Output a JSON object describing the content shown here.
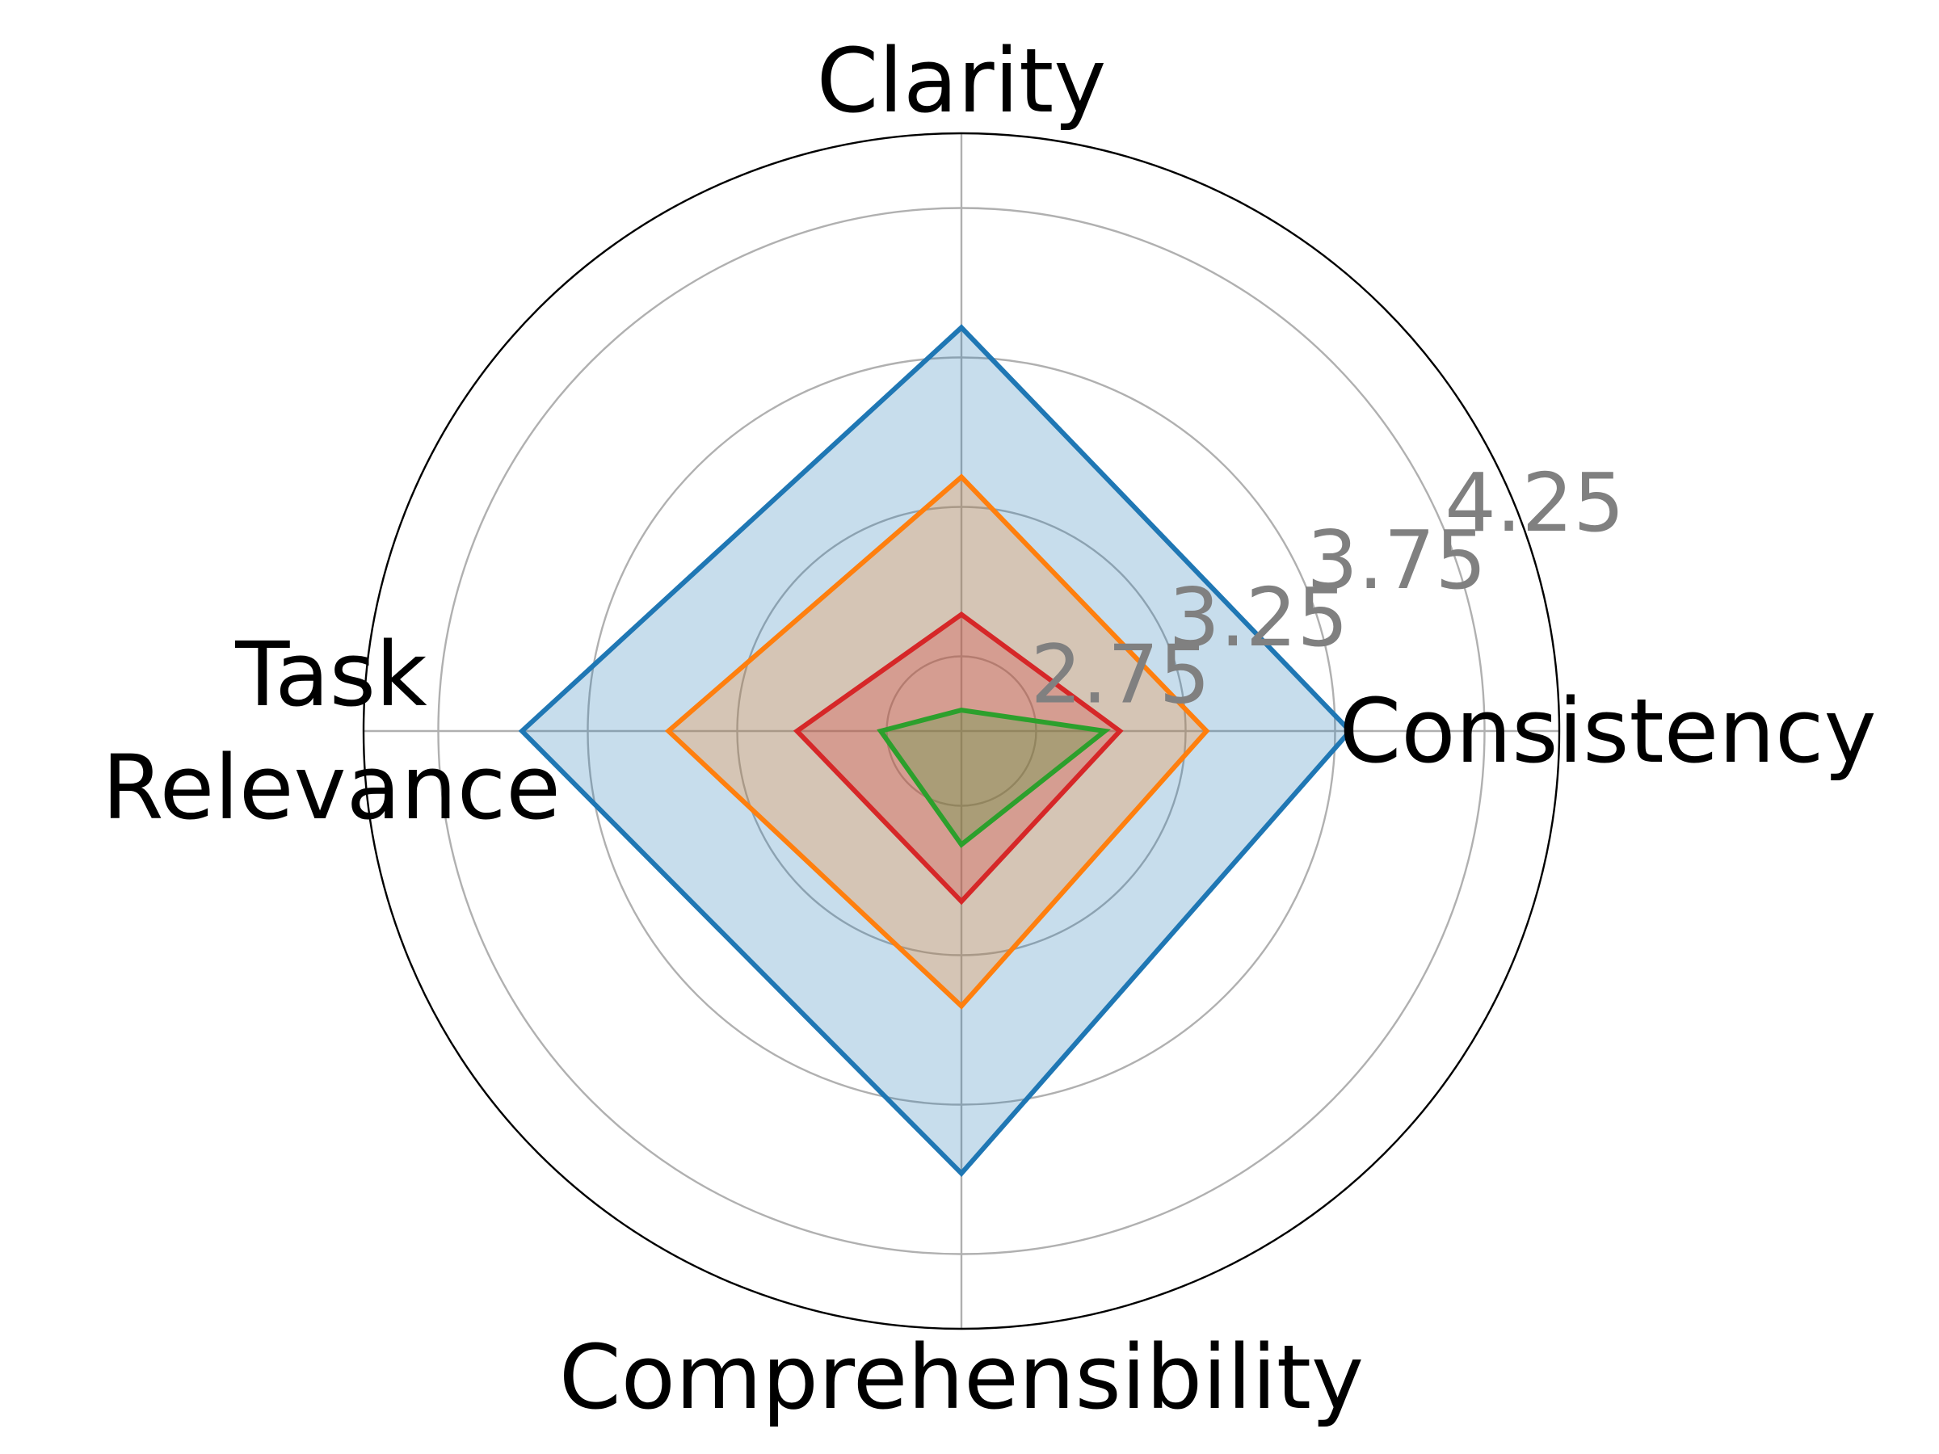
{
  "chart_data": {
    "type": "radar",
    "title": "",
    "axes": [
      "Clarity",
      "Consistency",
      "Comprehensibility",
      "Task Relevance"
    ],
    "axis_label_lines": {
      "Clarity": [
        "Clarity"
      ],
      "Consistency": [
        "Consistency"
      ],
      "Comprehensibility": [
        "Comprehensibility"
      ],
      "Task Relevance": [
        "Task",
        "Relevance"
      ]
    },
    "rlim": [
      2.5,
      4.5
    ],
    "rticks": [
      2.75,
      3.25,
      3.75,
      4.25
    ],
    "rtick_labels": [
      "2.75",
      "3.25",
      "3.75",
      "4.25"
    ],
    "grid": true,
    "legend": false,
    "series": [
      {
        "color": "#1f77b4",
        "fill_opacity": 0.25,
        "values": [
          3.85,
          3.8,
          3.98,
          3.97
        ]
      },
      {
        "color": "#ff7f0e",
        "fill_opacity": 0.25,
        "values": [
          3.35,
          3.32,
          3.42,
          3.48
        ]
      },
      {
        "color": "#d62728",
        "fill_opacity": 0.25,
        "values": [
          2.89,
          3.03,
          3.07,
          3.05
        ]
      },
      {
        "color": "#2ca02c",
        "fill_opacity": 0.25,
        "values": [
          2.57,
          2.98,
          2.88,
          2.77
        ]
      }
    ]
  }
}
